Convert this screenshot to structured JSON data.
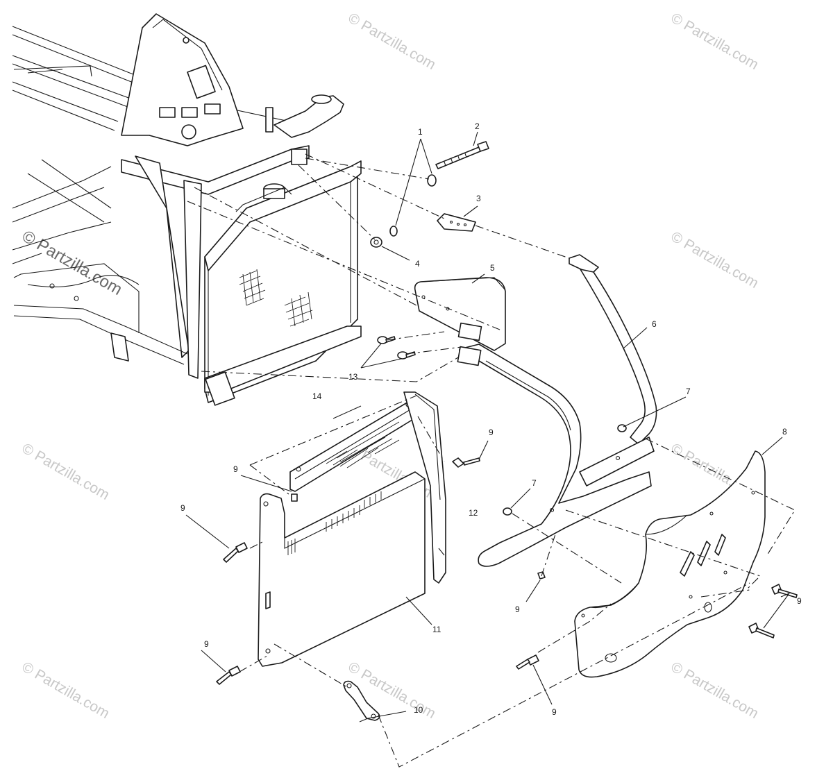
{
  "callouts": [
    "1",
    "2",
    "3",
    "4",
    "5",
    "6",
    "7",
    "7",
    "8",
    "9",
    "9",
    "9",
    "9",
    "9",
    "9",
    "9",
    "9",
    "10",
    "11",
    "12",
    "13",
    "14"
  ],
  "watermark": "© Partzilla.com",
  "colors": {
    "line": "#1a1a1a",
    "watermark": "#c8c8c8",
    "background": "#ffffff"
  }
}
